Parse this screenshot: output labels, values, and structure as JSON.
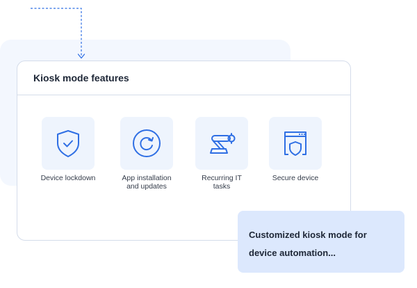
{
  "card": {
    "title": "Kiosk mode features"
  },
  "features": [
    {
      "label": "Device lockdown",
      "icon": "shield-check-icon"
    },
    {
      "label": "App installation\nand updates",
      "icon": "refresh-icon"
    },
    {
      "label": "Recurring IT\ntasks",
      "icon": "robotic-arm-icon"
    },
    {
      "label": "Secure device",
      "icon": "browser-shield-icon"
    }
  ],
  "callout": {
    "text": "Customized kiosk mode for\ndevice automation..."
  },
  "colors": {
    "accent": "#2f6fe4",
    "tile_bg": "#eef4fd",
    "panel_bg": "#f3f7fe",
    "callout_bg": "#dce8fd",
    "border": "#d4dcea"
  }
}
